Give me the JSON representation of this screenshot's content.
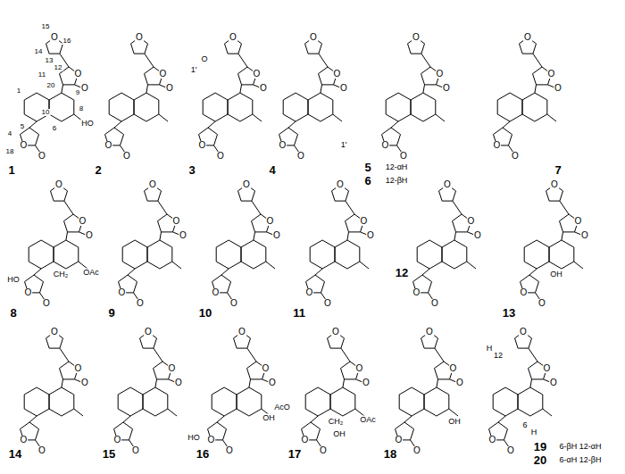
{
  "diagram": {
    "labels": [
      "1",
      "O",
      "O",
      "O",
      "O",
      "O",
      "15",
      "16",
      "14",
      "13",
      "12",
      "11",
      "1",
      "20",
      "10",
      "9",
      "8",
      "17",
      "5",
      "6",
      "4",
      "18",
      "2",
      "O",
      "O",
      "O",
      "O",
      "O",
      "HO",
      "3",
      "O",
      "O",
      "O",
      "O",
      "O",
      "O",
      "1'",
      "4",
      "O",
      "O",
      "O",
      "O",
      "O",
      "1'",
      "5",
      "6",
      "O",
      "O",
      "O",
      "O",
      "O",
      "12-αH",
      "12-βH",
      "7",
      "O",
      "O",
      "O",
      "O",
      "O",
      "8",
      "O",
      "O",
      "O",
      "O",
      "O",
      "HO",
      "CH₂",
      "OAc",
      "9",
      "O",
      "O",
      "O",
      "O",
      "O",
      "10",
      "O",
      "O",
      "O",
      "O",
      "O",
      "11",
      "O",
      "O",
      "O",
      "O",
      "O",
      "12",
      "O",
      "O",
      "O",
      "O",
      "O",
      "13",
      "O",
      "O",
      "O",
      "O",
      "O",
      "OH",
      "14",
      "O",
      "O",
      "O",
      "O",
      "O",
      "15",
      "O",
      "O",
      "O",
      "O",
      "O",
      "16",
      "O",
      "O",
      "O",
      "O",
      "O",
      "HO",
      "OH",
      "17",
      "O",
      "O",
      "O",
      "O",
      "O",
      "AcO",
      "CH₂",
      "OAc",
      "OH",
      "18",
      "O",
      "O",
      "O",
      "O",
      "O",
      "OH",
      "19",
      "20",
      "O",
      "O",
      "O",
      "O",
      "O",
      "6-βH 12-αH",
      "6-αH 12-βH",
      "12",
      "H",
      "6",
      "H"
    ]
  }
}
